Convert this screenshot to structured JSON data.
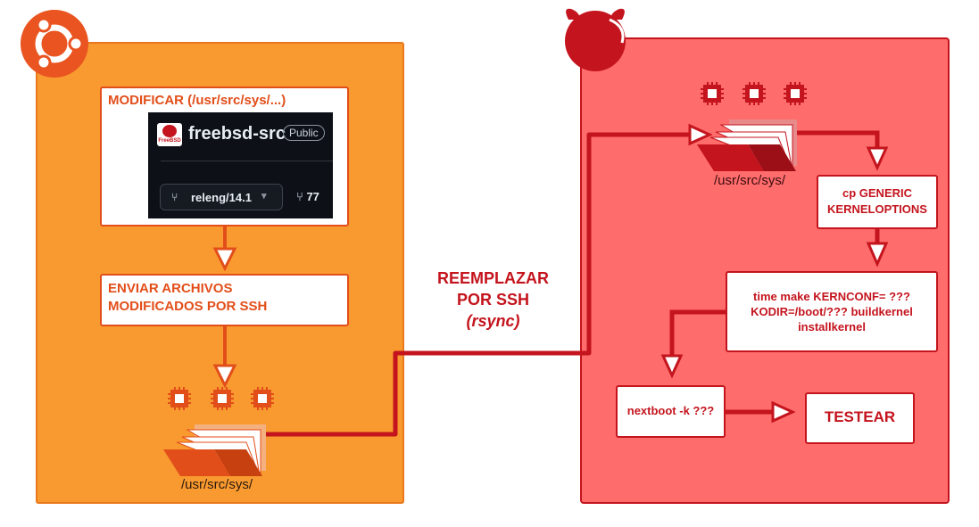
{
  "left_panel": {
    "modify_title": "MODIFICAR (/usr/src/sys/...)",
    "send_label_line1": "ENVIAR ARCHIVOS",
    "send_label_line2": "MODIFICADOS POR SSH",
    "folder_path": "/usr/src/sys/"
  },
  "github_card": {
    "logo_text": "FreeBSD",
    "repo_name": "freebsd-src",
    "visibility": "Public",
    "branch": "releng/14.1",
    "branch_count": "77"
  },
  "middle": {
    "line1": "REEMPLAZAR",
    "line2": "POR SSH",
    "line3": "(rsync)"
  },
  "right_panel": {
    "folder_path": "/usr/src/sys/",
    "cp_line1": "cp GENERIC",
    "cp_line2": "KERNELOPTIONS",
    "build_line1": "time make KERNCONF= ???",
    "build_line2": "KODIR=/boot/??? buildkernel",
    "build_line3": "installkernel",
    "nextboot": "nextboot -k ???",
    "test": "TESTEAR"
  },
  "colors": {
    "ubuntu_orange": "#e95420",
    "left_panel": "#f99a30",
    "right_panel": "#ff6c6c",
    "freebsd_red": "#c4141d"
  }
}
